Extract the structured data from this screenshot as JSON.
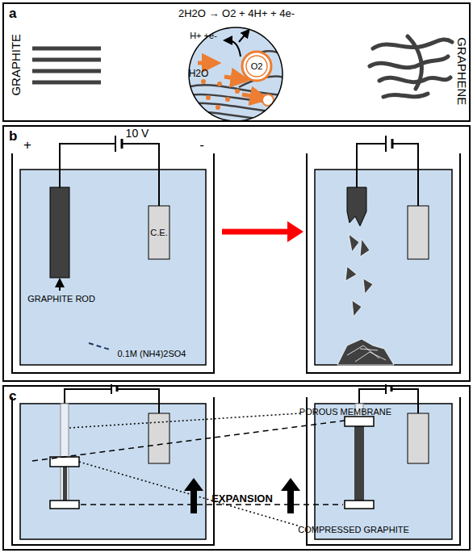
{
  "diagram": {
    "nodes": [
      {
        "text": [
          "a"
        ]
      },
      {
        "text": [
          "b"
        ]
      },
      {
        "text": [
          "c"
        ]
      }
    ],
    "labels": [
      "2H2O → O2 + 4H+ + 4e-",
      "GRAPHITE",
      "H+ +e-",
      "H2O",
      "O2",
      "GRAPHENE",
      "10 V",
      "+",
      "-",
      "GRAPHITE ROD",
      "C.E.",
      "0.1M (NH4)2SO4",
      "POROUS MEMBRANE",
      "EXPANSION",
      "COMPRESSED GRAPHITE"
    ]
  }
}
